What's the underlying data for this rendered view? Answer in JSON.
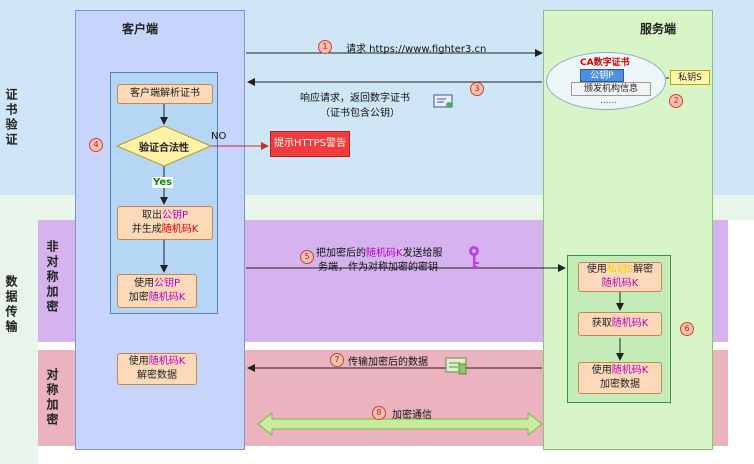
{
  "columns": {
    "client": "客户端",
    "server": "服务端"
  },
  "side_labels": {
    "cert": "证书验证",
    "data_transfer": "数据传输",
    "asym": "非对称加密",
    "sym": "对称加密"
  },
  "steps": [
    "1",
    "2",
    "3",
    "4",
    "5",
    "6",
    "7",
    "8"
  ],
  "messages": {
    "m1": "请求 https://www.fighter3.cn",
    "m3a": "响应请求，返回数字证书",
    "m3b": "（证书包含公钥）",
    "m5a_pre": "把加密后的",
    "m5a_key": "随机码K",
    "m5a_post": "发送给服",
    "m5b": "务端，作为对称加密的密钥",
    "m7": "传输加密后的数据",
    "m8": "加密通信"
  },
  "client": {
    "parse_cert": "客户端解析证书",
    "validate": "验证合法性",
    "no": "NO",
    "yes": "Yes",
    "warning": "提示HTTPS警告",
    "take_pre": "取出",
    "take_key": "公钥P",
    "gen_pre": "并生成",
    "gen_key": "随机码K",
    "use_pre": "使用",
    "use_key": "公钥P",
    "enc_pre": "加密",
    "enc_key": "随机码K",
    "dec_use_pre": "使用",
    "dec_use_key": "随机码K",
    "dec_line2": "解密数据"
  },
  "server": {
    "ca_title": "CA数字证书",
    "ca_pub": "公钥P",
    "ca_info": "颁发机构信息",
    "ca_dots": "......",
    "private_key": "私钥S",
    "dec_use": "使用",
    "dec_key_hidden": "私钥S",
    "dec_action": "解密",
    "dec_target": "随机码K",
    "get_pre": "获取",
    "get_key": "随机码K",
    "enc_use_pre": "使用",
    "enc_use_key": "随机码K",
    "enc_line2": "加密数据"
  }
}
